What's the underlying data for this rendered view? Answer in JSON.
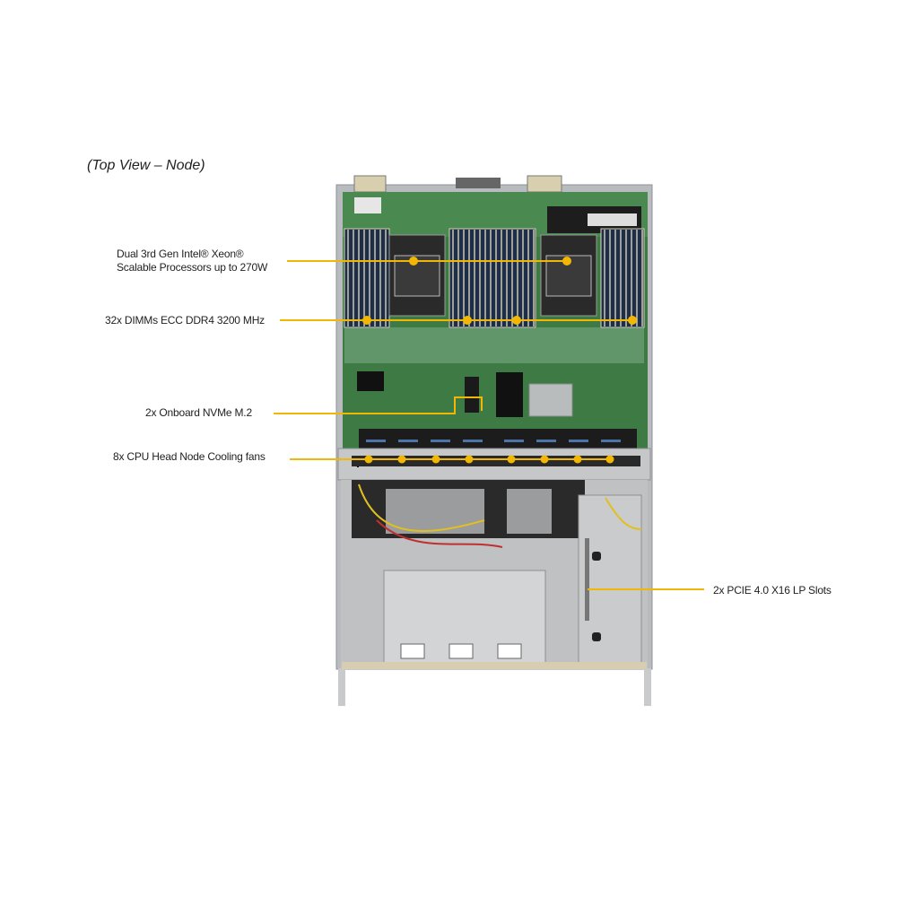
{
  "title": "(Top View – Node)",
  "callouts": {
    "processors": {
      "line1": "Dual 3rd Gen Intel® Xeon®",
      "line2": "Scalable Processors up to 270W"
    },
    "dimms": "32x DIMMs ECC DDR4 3200 MHz",
    "nvme": "2x Onboard NVMe M.2",
    "fans": "8x CPU Head Node Cooling fans",
    "pcie": "2x PCIE 4.0 X16 LP Slots"
  },
  "colors": {
    "callout": "#f2b705",
    "board": "#3f7a45",
    "chassis": "#c9cbcd"
  }
}
